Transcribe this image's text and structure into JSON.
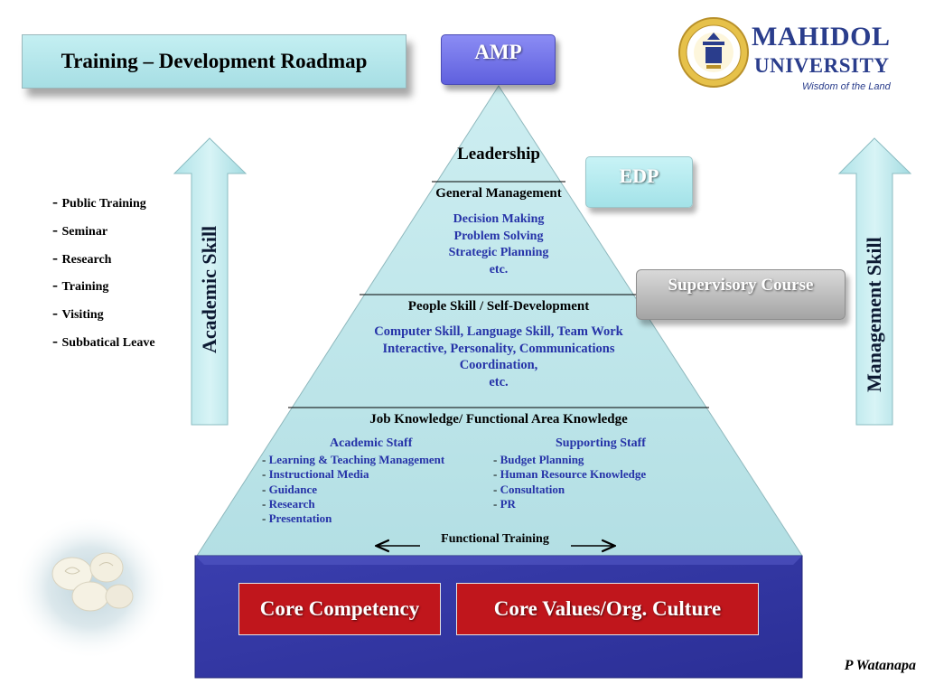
{
  "title": "Training – Development Roadmap",
  "logo": {
    "main": "MAHIDOL",
    "sub": "UNIVERSITY",
    "tagline": "Wisdom of the Land",
    "seal_colors": [
      "#e6c14a",
      "#2a3d8c"
    ]
  },
  "tiers": {
    "top_box": "AMP",
    "edp_box": "EDP",
    "supervisory_box": "Supervisory Course"
  },
  "arrows": {
    "left": "Academic Skill",
    "right": "Management Skill"
  },
  "left_list": [
    "Public Training",
    "Seminar",
    "Research",
    "Training",
    "Visiting",
    "Subbatical Leave"
  ],
  "pyramid": {
    "leadership": "Leadership",
    "general_management": {
      "heading": "General Management",
      "items": [
        "Decision Making",
        "Problem Solving",
        "Strategic Planning",
        "etc."
      ]
    },
    "people_skill": {
      "heading": "People Skill / Self-Development",
      "lines": [
        "Computer Skill, Language Skill, Team Work",
        "Interactive, Personality, Communications",
        "Coordination,",
        "etc."
      ]
    },
    "job_knowledge": {
      "heading": "Job Knowledge/ Functional Area Knowledge",
      "academic": {
        "heading": "Academic Staff",
        "items": [
          "Learning & Teaching Management",
          "Instructional Media",
          "Guidance",
          "Research",
          "Presentation"
        ]
      },
      "supporting": {
        "heading": "Supporting Staff",
        "items": [
          "Budget Planning",
          "Human Resource Knowledge",
          "Consultation",
          "PR"
        ]
      },
      "functional_training": "Functional Training"
    }
  },
  "base": {
    "core_competency": "Core Competency",
    "core_values": "Core Values/Org. Culture"
  },
  "signature": "P Watanapa",
  "colors": {
    "pyramid": "#bfe6ea",
    "base": "#3236a4",
    "core_box": "#c0161c",
    "text_blue": "#2633a8",
    "amp": "#6f70e8"
  }
}
